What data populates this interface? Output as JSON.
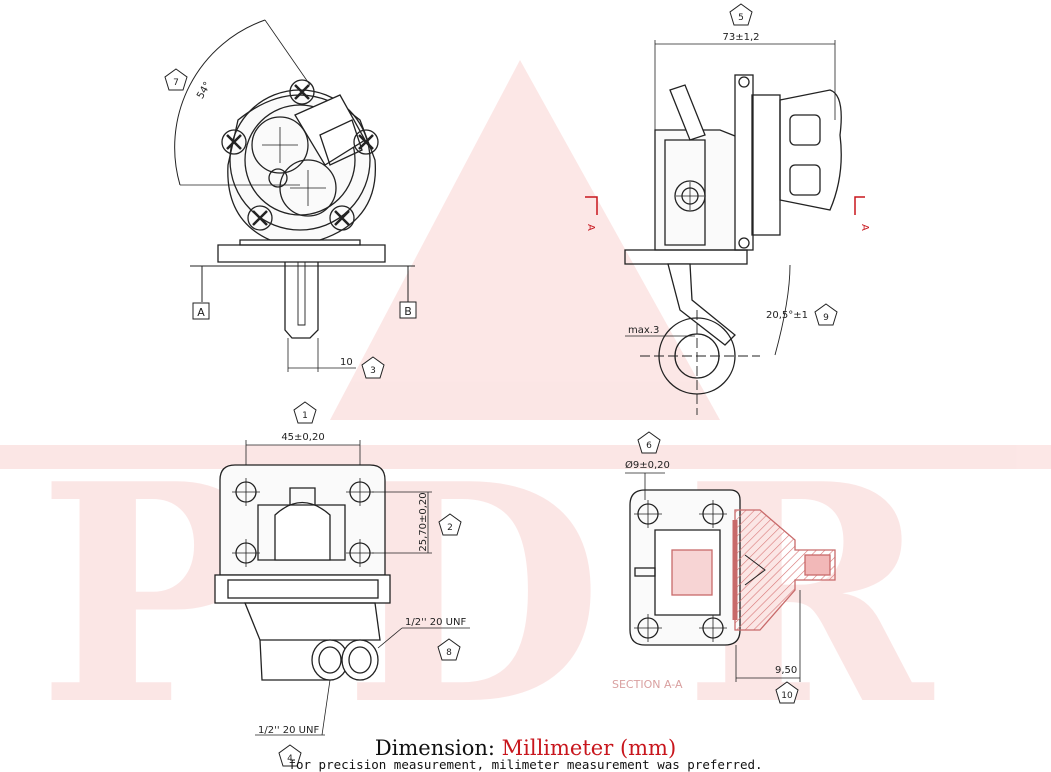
{
  "watermark": {
    "text": "PDR",
    "color": "#e53935"
  },
  "dimensions": {
    "angle": "54°",
    "overall_length": "73±1,2",
    "lever_length": "20,5°±1",
    "lever_offset": "max.3",
    "arm_width": "10",
    "hole_spacing_x": "45±0,20",
    "hole_spacing_y": "25,70±0,20",
    "hole_diameter": "Ø9±0,20",
    "outlet_offset": "9,50",
    "thread_top": "1/2'' 20 UNF",
    "thread_bottom": "1/2'' 20 UNF"
  },
  "datums": {
    "a": "A",
    "b": "B",
    "section_a_left": "A",
    "section_a_right": "A"
  },
  "balloons": [
    "1",
    "2",
    "3",
    "4",
    "5",
    "6",
    "7",
    "8",
    "9",
    "10"
  ],
  "section_label": "SECTION A-A",
  "footer": {
    "prefix": "Dimension: ",
    "unit": "Millimeter (mm)",
    "note": "for precision measurement, milimeter measurement was preferred."
  },
  "colors": {
    "line": "#222222",
    "accent": "#c8161d",
    "section_fill": "#f2b8b8"
  }
}
